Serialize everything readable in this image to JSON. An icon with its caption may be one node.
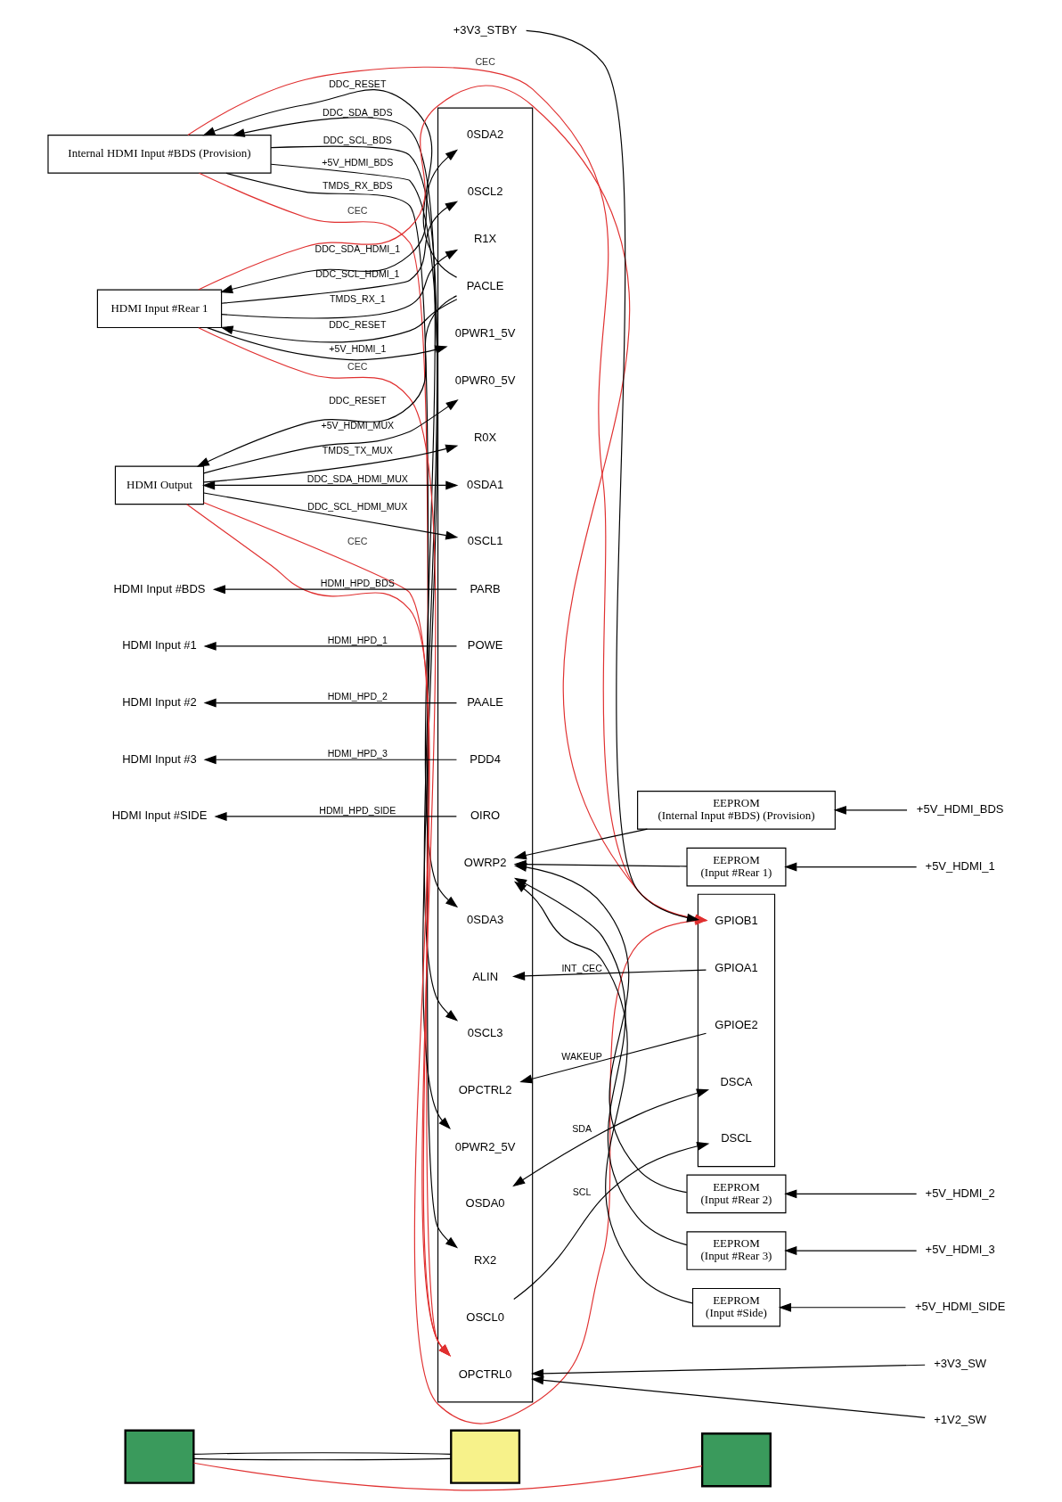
{
  "diagram": {
    "nodes": [
      {
        "text": [
          "Internal HDMI Input #BDS (Provision)"
        ]
      },
      {
        "text": [
          "HDMI Input #Rear 1"
        ]
      },
      {
        "text": [
          "HDMI Output"
        ]
      },
      {
        "text": [],
        "shape": "box"
      },
      {
        "text": [
          "OPCTRL0"
        ],
        "in": 3
      },
      {
        "text": [
          "RX2"
        ],
        "in": 3
      },
      {
        "text": [
          "0PWR2_5V"
        ],
        "in": 3
      },
      {
        "text": [
          "0SCL3"
        ],
        "in": 3
      },
      {
        "text": [
          "0SDA3"
        ],
        "in": 3
      },
      {
        "text": [
          "R1X"
        ],
        "in": 3
      },
      {
        "text": [
          "0PWR1_5V"
        ],
        "in": 3
      },
      {
        "text": [
          "0SCL2"
        ],
        "in": 3
      },
      {
        "text": [
          "0SDA2"
        ],
        "in": 3
      },
      {
        "text": [
          "R0X"
        ],
        "in": 3
      },
      {
        "text": [
          "0PWR0_5V"
        ],
        "in": 3
      },
      {
        "text": [
          "0SCL1"
        ],
        "in": 3
      },
      {
        "text": [
          "0SDA1"
        ],
        "in": 3
      },
      {
        "text": [
          "PACLE"
        ],
        "in": 3
      },
      {
        "text": [
          "PARB"
        ],
        "in": 3
      },
      {
        "text": [
          "POWE"
        ],
        "in": 3
      },
      {
        "text": [
          "PAALE"
        ],
        "in": 3
      },
      {
        "text": [
          "PDD4"
        ],
        "in": 3
      },
      {
        "text": [
          "OIRO"
        ],
        "in": 3
      },
      {
        "text": [
          "OSCL0"
        ],
        "in": 3
      },
      {
        "text": [
          "OSDA0"
        ],
        "in": 3
      },
      {
        "text": [
          "OPCTRL2"
        ],
        "in": 3
      },
      {
        "text": [
          "ALIN"
        ],
        "in": 3
      },
      {
        "text": [
          "OWRP2"
        ],
        "in": 3
      },
      {
        "text": [],
        "shape": "box"
      },
      {
        "text": [
          "GPIOB1"
        ],
        "in": 28
      },
      {
        "text": [
          "DSCL"
        ],
        "in": 28
      },
      {
        "text": [
          "DSCA"
        ],
        "in": 28
      },
      {
        "text": [
          "GPIOE2"
        ],
        "in": 28
      },
      {
        "text": [
          "GPIOA1"
        ],
        "in": 28
      },
      {
        "text": [
          "+3V3_STBY"
        ]
      },
      {
        "text": [
          "EEPROM",
          "(Internal Input #BDS) (Provision)"
        ]
      },
      {
        "text": [
          "EEPROM",
          "(Input #Rear 1)"
        ]
      },
      {
        "text": [
          "EEPROM",
          "(Input #Rear 2)"
        ]
      },
      {
        "text": [
          "EEPROM",
          "(Input #Rear 3)"
        ]
      },
      {
        "text": [
          "EEPROM",
          "(Input #Side)"
        ]
      },
      {
        "text": [
          "+5V_HDMI_BDS"
        ]
      },
      {
        "text": [
          "+5V_HDMI_1"
        ]
      },
      {
        "text": [
          "+5V_HDMI_2"
        ]
      },
      {
        "text": [
          "+5V_HDMI_3"
        ]
      },
      {
        "text": [
          "+5V_HDMI_SIDE"
        ]
      },
      {
        "text": [
          "+3V3_SW"
        ]
      },
      {
        "text": [
          "+1V2_SW"
        ]
      },
      {
        "text": [
          "HDMI Input #BDS"
        ]
      },
      {
        "text": [
          "HDMI Input #1"
        ]
      },
      {
        "text": [
          "HDMI Input #2"
        ]
      },
      {
        "text": [
          "HDMI Input #3"
        ]
      },
      {
        "text": [
          "HDMI Input #SIDE"
        ]
      },
      {
        "text": [],
        "shape": "box"
      },
      {
        "text": [],
        "shape": "box"
      },
      {
        "text": [],
        "shape": "box"
      }
    ],
    "edges": [
      {
        "from": 0,
        "to": 4,
        "arrow": "to",
        "label": "CEC",
        "color": "#e03030"
      },
      {
        "from": 1,
        "to": 4,
        "arrow": "to",
        "label": "CEC",
        "color": "#e03030"
      },
      {
        "from": 2,
        "to": 4,
        "arrow": "to",
        "label": "CEC",
        "color": "#e03030"
      },
      {
        "from": 0,
        "to": 29,
        "arrow": "to",
        "label": "CEC",
        "color": "#e03030"
      },
      {
        "from": 1,
        "to": 29,
        "arrow": "to",
        "color": "#e03030"
      },
      {
        "from": 2,
        "to": 29,
        "arrow": "to",
        "color": "#e03030"
      },
      {
        "from": 0,
        "to": 5,
        "arrow": "to",
        "label": "TMDS_RX_BDS"
      },
      {
        "from": 0,
        "to": 6,
        "arrow": "to",
        "label": "+5V_HDMI_BDS"
      },
      {
        "from": 0,
        "to": 7,
        "arrow": "to",
        "label": "DDC_SCL_BDS"
      },
      {
        "from": 0,
        "to": 8,
        "arrow": "both",
        "label": "DDC_SDA_BDS"
      },
      {
        "from": 17,
        "to": 0,
        "arrow": "to",
        "label": "DDC_RESET"
      },
      {
        "from": 1,
        "to": 9,
        "arrow": "to",
        "label": "TMDS_RX_1"
      },
      {
        "from": 1,
        "to": 10,
        "arrow": "to",
        "label": "+5V_HDMI_1"
      },
      {
        "from": 1,
        "to": 11,
        "arrow": "to",
        "label": "DDC_SCL_HDMI_1"
      },
      {
        "from": 1,
        "to": 12,
        "arrow": "both",
        "label": "DDC_SDA_HDMI_1"
      },
      {
        "from": 17,
        "to": 1,
        "arrow": "to",
        "label": "DDC_RESET"
      },
      {
        "from": 2,
        "to": 13,
        "arrow": "to",
        "label": "TMDS_TX_MUX"
      },
      {
        "from": 2,
        "to": 14,
        "arrow": "to",
        "label": "+5V_HDMI_MUX"
      },
      {
        "from": 2,
        "to": 15,
        "arrow": "to",
        "label": "DDC_SCL_HDMI_MUX"
      },
      {
        "from": 2,
        "to": 16,
        "arrow": "both",
        "label": "DDC_SDA_HDMI_MUX"
      },
      {
        "from": 17,
        "to": 2,
        "arrow": "to",
        "label": "DDC_RESET"
      },
      {
        "from": 18,
        "to": 47,
        "arrow": "to",
        "label": "HDMI_HPD_BDS"
      },
      {
        "from": 19,
        "to": 48,
        "arrow": "to",
        "label": "HDMI_HPD_1"
      },
      {
        "from": 20,
        "to": 49,
        "arrow": "to",
        "label": "HDMI_HPD_2"
      },
      {
        "from": 21,
        "to": 50,
        "arrow": "to",
        "label": "HDMI_HPD_3"
      },
      {
        "from": 22,
        "to": 51,
        "arrow": "to",
        "label": "HDMI_HPD_SIDE"
      },
      {
        "from": 34,
        "to": 28,
        "arrow": "to"
      },
      {
        "from": 23,
        "to": 30,
        "arrow": "to",
        "label": "SCL"
      },
      {
        "from": 24,
        "to": 31,
        "arrow": "both",
        "label": "SDA"
      },
      {
        "from": 32,
        "to": 25,
        "arrow": "to",
        "label": "WAKEUP"
      },
      {
        "from": 33,
        "to": 26,
        "arrow": "to",
        "label": "INT_CEC"
      },
      {
        "from": 35,
        "to": 27,
        "arrow": "to"
      },
      {
        "from": 36,
        "to": 27,
        "arrow": "to"
      },
      {
        "from": 37,
        "to": 27,
        "arrow": "to"
      },
      {
        "from": 38,
        "to": 27,
        "arrow": "to"
      },
      {
        "from": 39,
        "to": 27,
        "arrow": "to"
      },
      {
        "from": 40,
        "to": 35,
        "arrow": "to"
      },
      {
        "from": 41,
        "to": 36,
        "arrow": "to"
      },
      {
        "from": 42,
        "to": 37,
        "arrow": "to"
      },
      {
        "from": 43,
        "to": 38,
        "arrow": "to"
      },
      {
        "from": 44,
        "to": 39,
        "arrow": "to"
      },
      {
        "from": 45,
        "to": 3,
        "arrow": "to"
      },
      {
        "from": 46,
        "to": 3,
        "arrow": "to"
      },
      {
        "from": 52,
        "to": 53,
        "arrow": "none"
      },
      {
        "from": 52,
        "to": 53,
        "arrow": "none"
      },
      {
        "from": 52,
        "to": 54,
        "arrow": "none",
        "color": "#e03030"
      }
    ]
  }
}
